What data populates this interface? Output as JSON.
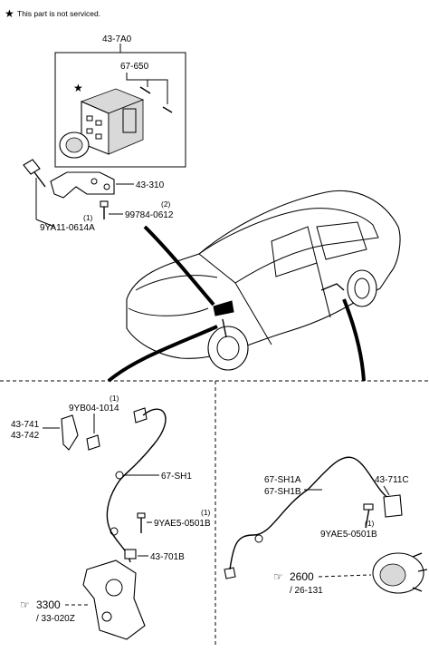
{
  "note": {
    "symbol": "★",
    "text": "This part is not serviced."
  },
  "labels": {
    "abs_unit": "43-7A0",
    "bolts_unit": "67-650",
    "bracket": "43-310",
    "bolt_a_qty": "(1)",
    "bolt_a": "9YA11-0614A",
    "bolt_b_qty": "(2)",
    "bolt_b": "99784-0612",
    "front_clip_qty": "(1)",
    "front_clip": "9YB04-1014",
    "front_bracket_1": "43-741",
    "front_bracket_2": "43-742",
    "front_sensor": "67-SH1",
    "front_bolt_qty": "(1)",
    "front_bolt": "9YAE5-0501B",
    "front_sensor_part": "43-701B",
    "front_ref_num": "3300",
    "front_ref_page": "/ 33-020Z",
    "rear_sensor_1": "67-SH1A",
    "rear_sensor_2": "67-SH1B",
    "rear_sensor_part": "43-711C",
    "rear_bolt_qty": "(1)",
    "rear_bolt": "9YAE5-0501B",
    "rear_ref_num": "2600",
    "rear_ref_page": "/ 26-131"
  }
}
